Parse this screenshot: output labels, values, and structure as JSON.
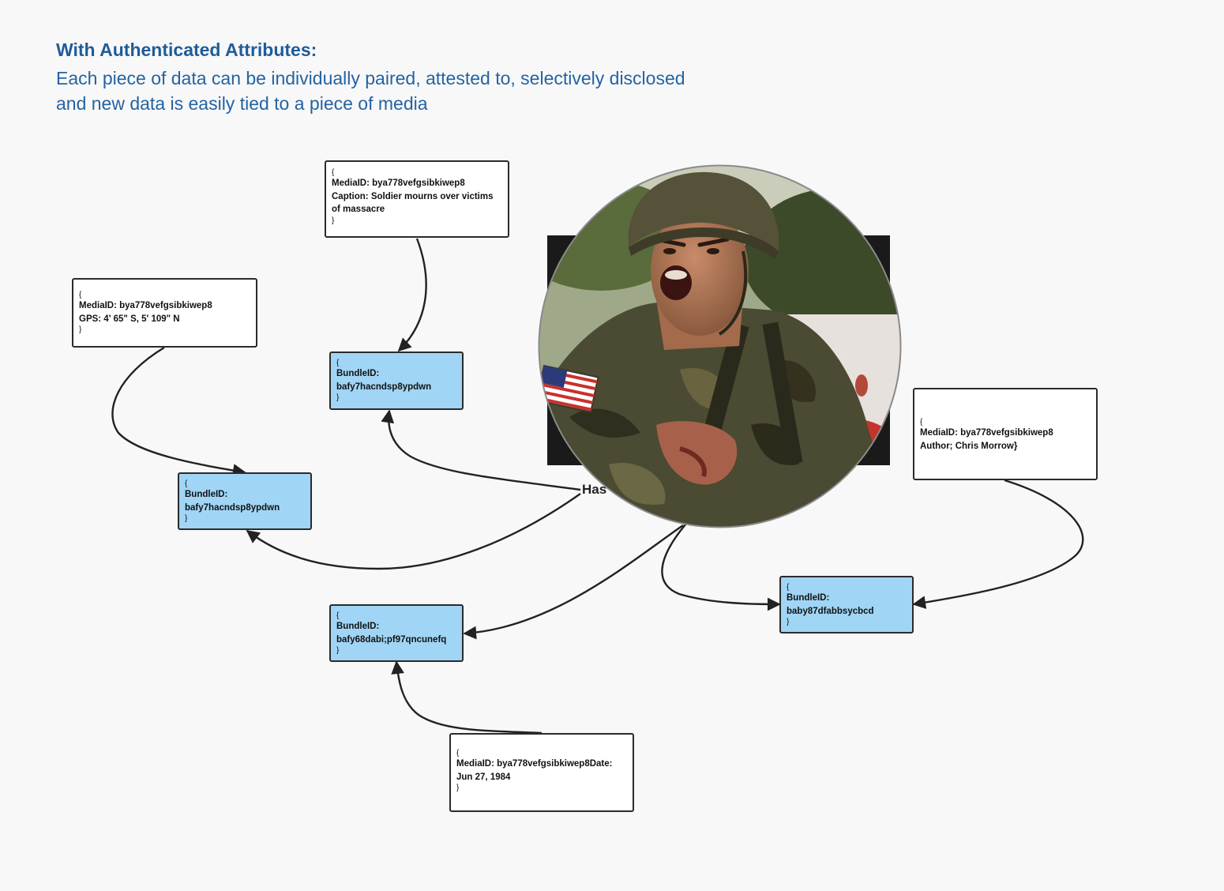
{
  "header": {
    "title": "With Authenticated Attributes:",
    "subtitle_lines": [
      "Each piece of data can be individually paired, attested to, selectively disclosed",
      "and new data is easily tied to a piece of media"
    ]
  },
  "media": {
    "label": "Has",
    "flag_icon": "us-flag-patch-icon"
  },
  "attribute_boxes": {
    "caption": {
      "open": "{",
      "lines": [
        "MediaID: bya778vefgsibkiwep8",
        "Caption: Soldier mourns over victims",
        "of massacre"
      ],
      "close": "}"
    },
    "gps": {
      "open": "{",
      "lines": [
        "MediaID: bya778vefgsibkiwep8",
        "GPS: 4' 65\" S, 5' 109\" N"
      ],
      "close": "}"
    },
    "author": {
      "open": "{",
      "lines": [
        "MediaID: bya778vefgsibkiwep8",
        "Author; Chris Morrow}"
      ]
    },
    "date": {
      "open": "{",
      "lines": [
        "MediaID: bya778vefgsibkiwep8Date:",
        "Jun 27, 1984"
      ],
      "close": "}"
    }
  },
  "bundle_boxes": {
    "top": {
      "open": "{",
      "label": "BundleID:",
      "id": "bafy7hacndsp8ypdwn",
      "close": "}"
    },
    "left": {
      "open": "{",
      "label": "BundleID:",
      "id": "bafy7hacndsp8ypdwn",
      "close": "}"
    },
    "bottom": {
      "open": "{",
      "label": "BundleID:",
      "id": "bafy68dabi;pf97qncunefq",
      "close": "}"
    },
    "right": {
      "open": "{",
      "label": "BundleID:",
      "id": "baby87dfabbsycbcd",
      "close": "}"
    }
  },
  "colors": {
    "heading": "#1f5c99",
    "bundle_fill": "#a0d5f5",
    "connector": "#222222"
  }
}
